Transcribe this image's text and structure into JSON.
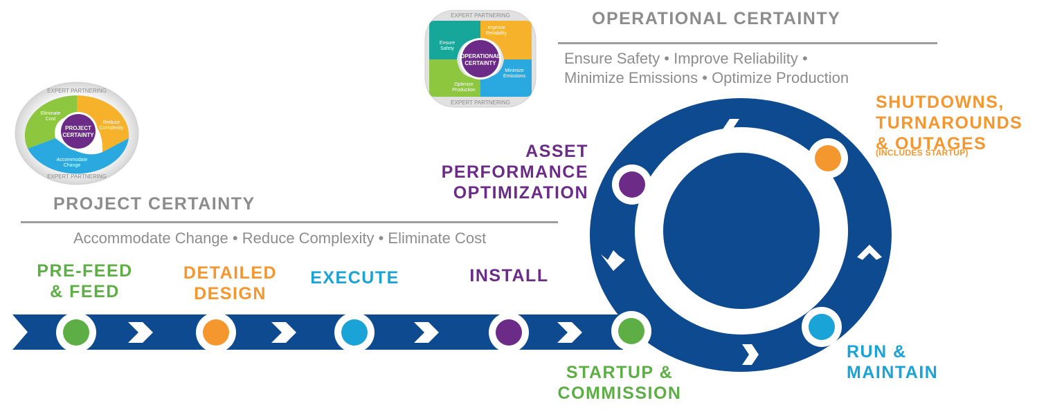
{
  "operational": {
    "title": "OPERATIONAL CERTAINTY",
    "line1": "Ensure Safety • Improve Reliability •",
    "line2": "Minimize Emissions • Optimize Production",
    "logo": {
      "ring_top": "EXPERT PARTNERING",
      "ring_bottom": "EXPERT PARTNERING",
      "center_line1": "OPERATIONAL",
      "center_line2": "CERTAINTY",
      "seg_ensure_l1": "Ensure",
      "seg_ensure_l2": "Safety",
      "seg_improve_l1": "Improve",
      "seg_improve_l2": "Reliability",
      "seg_minimize_l1": "Minimize",
      "seg_minimize_l2": "Emissions",
      "seg_optimize_l1": "Optimize",
      "seg_optimize_l2": "Production"
    }
  },
  "project": {
    "title": "PROJECT CERTAINTY",
    "subtitle": "Accommodate Change • Reduce Complexity • Eliminate Cost",
    "logo": {
      "ring_top": "EXPERT PARTNERING",
      "ring_bottom": "EXPERT PARTNERING",
      "center_line1": "PROJECT",
      "center_line2": "CERTAINTY",
      "seg_eliminate_l1": "Eliminate",
      "seg_eliminate_l2": "Cost",
      "seg_reduce_l1": "Reduce",
      "seg_reduce_l2": "Complexity",
      "seg_accommodate_l1": "Accommodate",
      "seg_accommodate_l2": "Change"
    }
  },
  "stages": {
    "prefeed_l1": "PRE-FEED",
    "prefeed_l2": "& FEED",
    "detailed_l1": "DETAILED",
    "detailed_l2": "DESIGN",
    "execute": "EXECUTE",
    "install": "INSTALL",
    "startup_l1": "STARTUP &",
    "startup_l2": "COMMISSION",
    "apo_l1": "ASSET",
    "apo_l2": "PERFORMANCE",
    "apo_l3": "OPTIMIZATION",
    "shutdowns_l1": "SHUTDOWNS,",
    "shutdowns_l2": "TURNAROUNDS",
    "shutdowns_l3": "& OUTAGES",
    "shutdowns_note": "(INCLUDES STARTUP)",
    "run_l1": "RUN &",
    "run_l2": "MAINTAIN"
  },
  "colors": {
    "navy": "#0d4a8f",
    "green": "#5cae45",
    "orange": "#f3972e",
    "blue": "#1aa3d7",
    "purple": "#6b2b87",
    "gray": "#8c8c8c"
  }
}
